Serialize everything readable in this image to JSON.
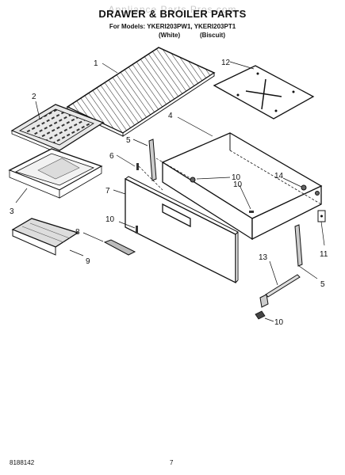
{
  "header": {
    "watermark": "Appliance Parts Pros.com",
    "title": "DRAWER & BROILER PARTS",
    "models": "For Models: YKERI203PW1, YKERI203PT1",
    "color_white": "(White)",
    "color_biscuit": "(Biscuit)"
  },
  "footer": {
    "doc_number": "8188142",
    "page_number": "7"
  },
  "callouts": {
    "c1": "1",
    "c2": "2",
    "c3": "3",
    "c4": "4",
    "c5a": "5",
    "c5b": "5",
    "c6": "6",
    "c7": "7",
    "c8": "8",
    "c9": "9",
    "c10a": "10",
    "c10b": "10",
    "c10c": "10",
    "c10d": "10",
    "c11": "11",
    "c12": "12",
    "c13": "13",
    "c14": "14"
  }
}
